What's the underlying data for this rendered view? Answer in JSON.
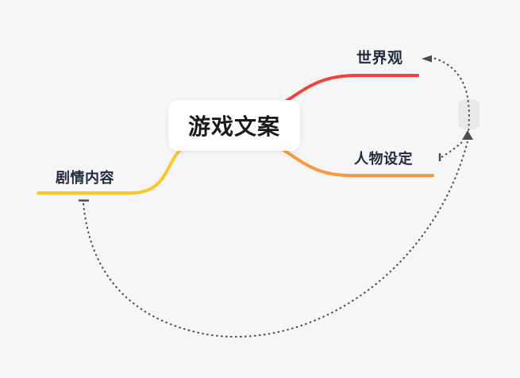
{
  "app": {
    "background_color": "#f6f6f8"
  },
  "mindmap": {
    "root": {
      "label": "游戏文案",
      "background_color": "#ffffff",
      "text_color": "#1a1a1a"
    },
    "branches": [
      {
        "id": "worldview",
        "label": "世界观",
        "color": "#f04438"
      },
      {
        "id": "character-design",
        "label": "人物设定",
        "color": "#f89a3c"
      },
      {
        "id": "plot-content",
        "label": "剧情内容",
        "color": "#fdc62f"
      }
    ],
    "relationships": [
      {
        "from": "剧情内容",
        "to": "世界观",
        "line_style": "dotted",
        "color": "#4d4d4d"
      },
      {
        "from": "人物设定",
        "to": "世界观",
        "line_style": "dotted",
        "color": "#4d4d4d"
      }
    ],
    "handle": {
      "color": "#e9e9ec"
    }
  }
}
